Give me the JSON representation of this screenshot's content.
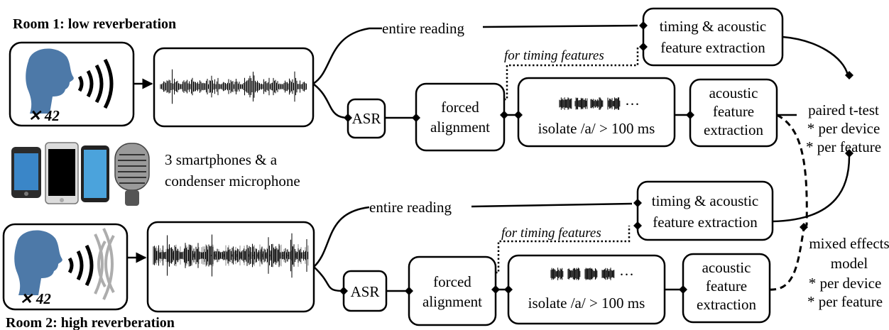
{
  "rooms": {
    "room1": {
      "title": "Room 1: low reverberation",
      "speakers": "✕ 42"
    },
    "room2": {
      "title": "Room 2: high reverberation",
      "speakers": "✕ 42"
    }
  },
  "devices": {
    "line1": "3 smartphones & a",
    "line2": "condenser microphone"
  },
  "pipeline": {
    "entire_reading": "entire reading",
    "timing_note": "for timing features",
    "asr": "ASR",
    "forced_alignment": [
      "forced",
      "alignment"
    ],
    "isolate": "isolate /a/ > 100 ms",
    "ellipsis": "···",
    "acoustic_extraction": [
      "acoustic",
      "feature",
      "extraction"
    ],
    "timing_acoustic": [
      "timing & acoustic",
      "feature extraction"
    ]
  },
  "analysis": {
    "paired": [
      "paired t-test",
      "* per device",
      "* per feature"
    ],
    "mixed": [
      "mixed effects",
      "model",
      "* per device",
      "* per feature"
    ]
  },
  "colors": {
    "head": "#4d79a8",
    "line": "#000000"
  },
  "icons": [
    "speaker-head-icon",
    "sound-wave-icon",
    "waveform-icon",
    "smartphone-icon",
    "condenser-microphone-icon",
    "diamond-connector-icon"
  ]
}
